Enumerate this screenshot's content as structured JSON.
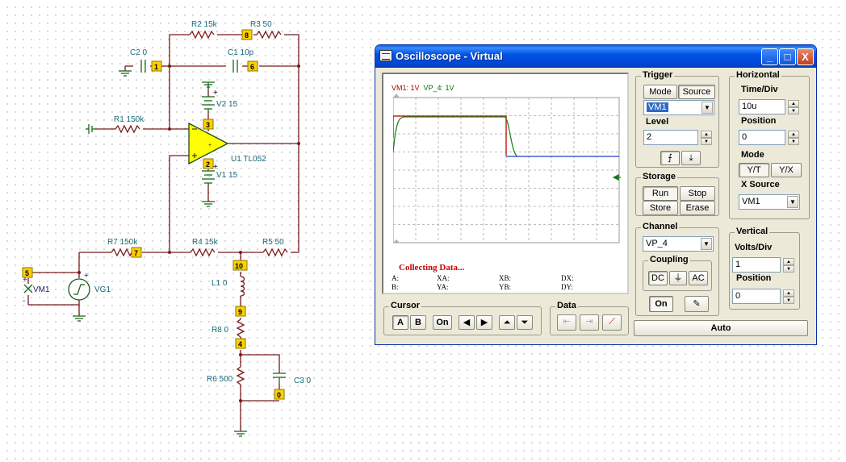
{
  "schematic": {
    "components": {
      "r2": "R2 15k",
      "r3": "R3 50",
      "c2": "C2 0",
      "c1": "C1 10p",
      "v2": "V2 15",
      "r1": "R1 150k",
      "u1": "U1 TL052",
      "v1": "V1 15",
      "r7": "R7 150k",
      "r4": "R4 15k",
      "r5": "R5 50",
      "vg1": "VG1",
      "vm1": "VM1",
      "l1": "L1 0",
      "r8": "R8 0",
      "r6": "R6 500",
      "c3": "C3 0"
    },
    "nodes": {
      "n8": "8",
      "n1": "1",
      "n6": "6",
      "n3": "3",
      "n2": "2",
      "n5": "5",
      "n7": "7",
      "n10": "10",
      "n9": "9",
      "n4": "4",
      "n0": "0"
    },
    "signs": {
      "plus": "+",
      "minus": "-"
    }
  },
  "window": {
    "title": "Oscilloscope - Virtual",
    "buttons": {
      "minimize": "_",
      "maximize": "□",
      "close": "X"
    }
  },
  "screen": {
    "legend": {
      "ch1": "VM1: 1V",
      "ch2": "VP_4: 1V"
    },
    "status": "Collecting Data...",
    "readouts": {
      "a": "A:",
      "b": "B:",
      "xa": "XA:",
      "ya": "YA:",
      "xb": "XB:",
      "yb": "YB:",
      "dx": "DX:",
      "dy": "DY:"
    },
    "trace_colors": {
      "vm1": "#c00000",
      "vp4_rise": "#1e8a1e",
      "vp4_low": "#1e3cc8"
    }
  },
  "trigger": {
    "title": "Trigger",
    "mode_label": "Mode",
    "source_label": "Source",
    "source_value": "VM1",
    "level_label": "Level",
    "level_value": "2"
  },
  "horizontal": {
    "title": "Horizontal",
    "timediv_label": "Time/Div",
    "timediv_value": "10u",
    "position_label": "Position",
    "position_value": "0",
    "mode_label": "Mode",
    "mode_yt": "Y/T",
    "mode_yx": "Y/X",
    "xsource_label": "X Source",
    "xsource_value": "VM1"
  },
  "storage": {
    "title": "Storage",
    "run": "Run",
    "stop": "Stop",
    "store": "Store",
    "erase": "Erase"
  },
  "channel": {
    "title": "Channel",
    "value": "VP_4",
    "coupling_label": "Coupling",
    "dc": "DC",
    "ac": "AC",
    "on": "On"
  },
  "vertical": {
    "title": "Vertical",
    "voltsdiv_label": "Volts/Div",
    "voltsdiv_value": "1",
    "position_label": "Position",
    "position_value": "0"
  },
  "cursor": {
    "title": "Cursor",
    "a": "A",
    "b": "B",
    "on": "On"
  },
  "data_group": {
    "title": "Data"
  },
  "auto_label": "Auto"
}
